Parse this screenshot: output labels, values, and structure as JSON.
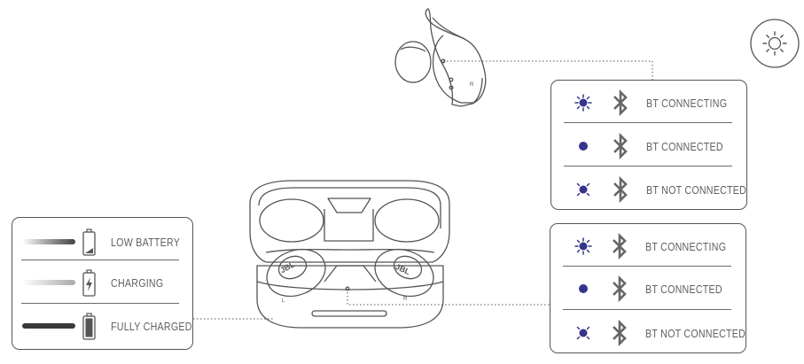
{
  "battery_panel": {
    "rows": [
      {
        "label": "LOW BATTERY",
        "icon": "battery-low-icon",
        "bar": "fade-bar-dark-left"
      },
      {
        "label": "CHARGING",
        "icon": "battery-charging-icon",
        "bar": "fade-bar-light"
      },
      {
        "label": "FULLY CHARGED",
        "icon": "battery-full-icon",
        "bar": "solid-bar-dark"
      }
    ]
  },
  "bt_panel_top": {
    "rows": [
      {
        "label": "BT CONNECTING",
        "led": "blinking-led-icon",
        "icon": "bluetooth-icon"
      },
      {
        "label": "BT CONNECTED",
        "led": "solid-led-icon",
        "icon": "bluetooth-icon"
      },
      {
        "label": "BT NOT CONNECTED",
        "led": "slow-blink-led-icon",
        "icon": "bluetooth-icon"
      }
    ]
  },
  "bt_panel_bottom": {
    "rows": [
      {
        "label": "BT CONNECTING",
        "led": "blinking-led-icon",
        "icon": "bluetooth-icon"
      },
      {
        "label": "BT CONNECTED",
        "led": "solid-led-icon",
        "icon": "bluetooth-icon"
      },
      {
        "label": "BT NOT CONNECTED",
        "led": "slow-blink-led-icon",
        "icon": "bluetooth-icon"
      }
    ]
  },
  "colors": {
    "led_blue": "#35358c",
    "line": "#555555",
    "text": "#606060"
  },
  "decorations": {
    "corner_icon": "light-sun-icon",
    "earbud": "earbud-illustration",
    "case": "charging-case-illustration"
  }
}
